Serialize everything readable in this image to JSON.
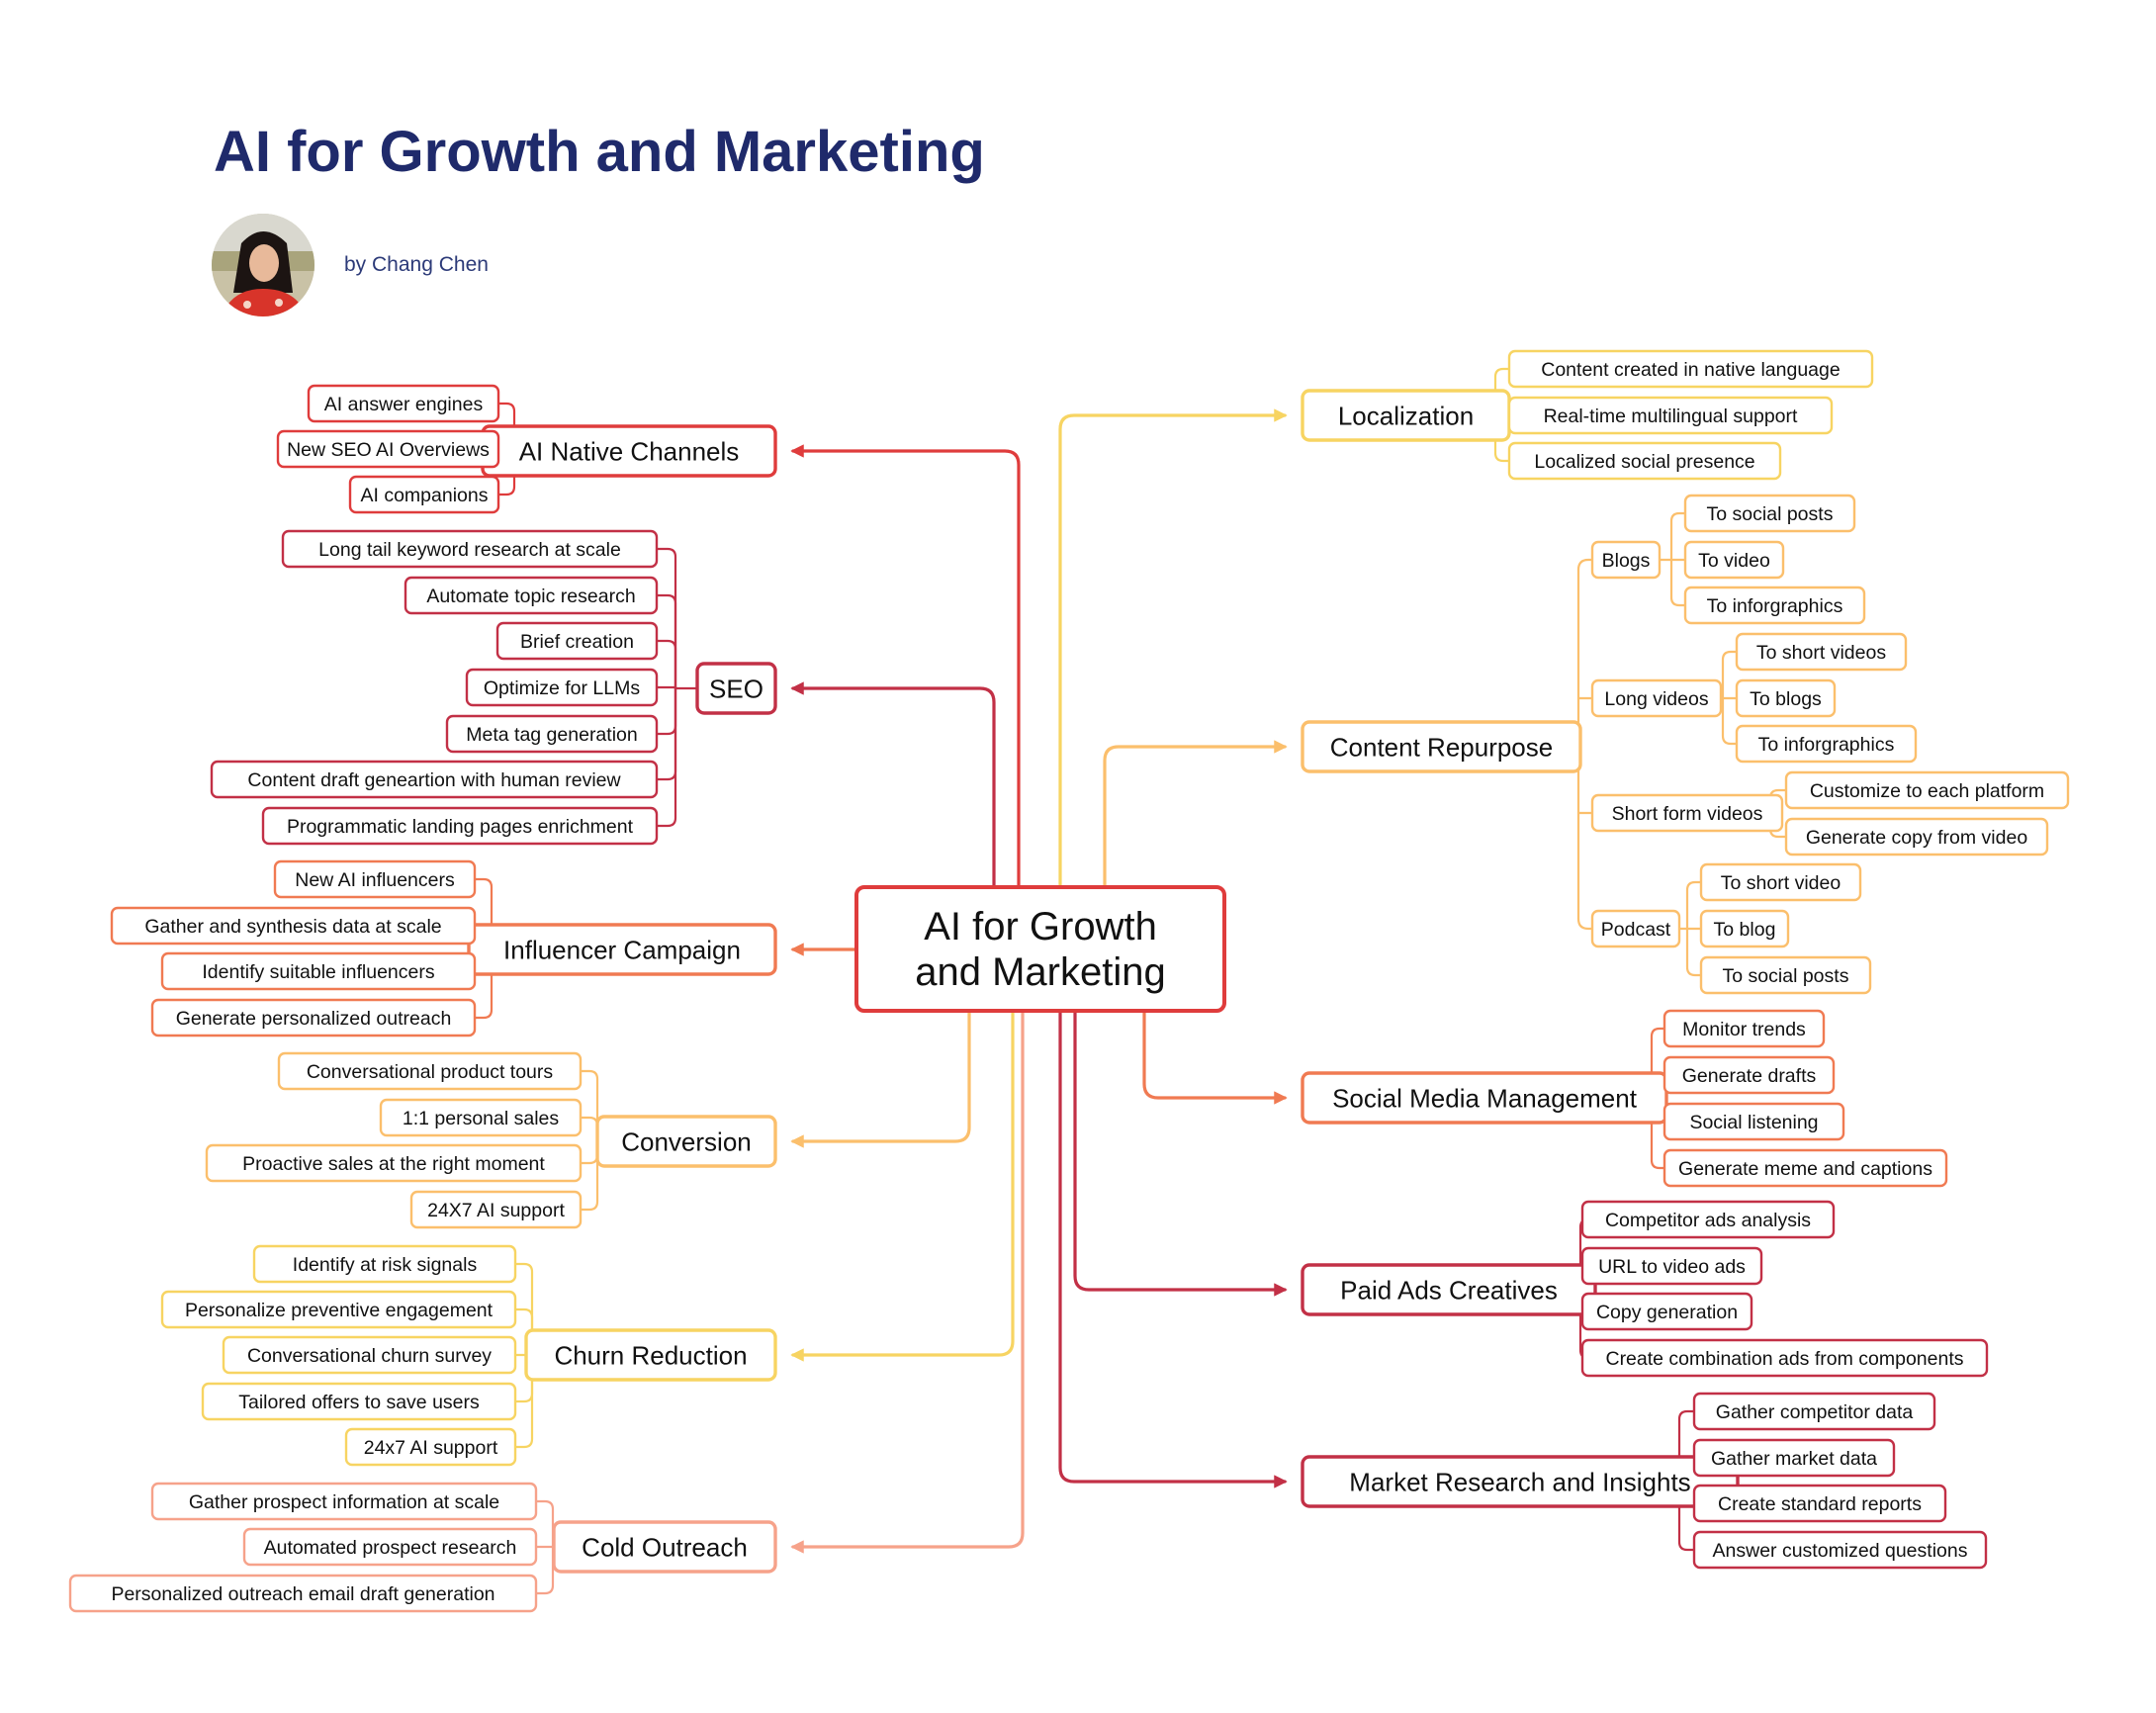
{
  "title": "AI for Growth and Marketing",
  "author": "by Chang Chen",
  "colors": {
    "crimson": "#c23046",
    "red": "#df3c3c",
    "orange": "#f07a52",
    "lightorange": "#f8a064",
    "amber": "#fbbf6c",
    "yellow": "#f7d462",
    "peach": "#f6a28a",
    "title": "#1f2a6b"
  },
  "center": {
    "line1": "AI for Growth",
    "line2": "and Marketing"
  },
  "branches": [
    {
      "id": "ai-native-channels",
      "side": "left",
      "color": "red",
      "label": "AI Native Channels",
      "children": [
        {
          "label": "AI answer engines"
        },
        {
          "label": "New SEO AI Overviews"
        },
        {
          "label": "AI companions"
        }
      ]
    },
    {
      "id": "seo",
      "side": "left",
      "color": "crimson",
      "label": "SEO",
      "children": [
        {
          "label": "Long tail keyword research at scale"
        },
        {
          "label": "Automate topic research"
        },
        {
          "label": "Brief creation"
        },
        {
          "label": "Optimize for LLMs"
        },
        {
          "label": "Meta tag generation"
        },
        {
          "label": "Content draft geneartion with human review"
        },
        {
          "label": "Programmatic landing pages enrichment"
        }
      ]
    },
    {
      "id": "influencer-campaign",
      "side": "left",
      "color": "orange",
      "label": "Influencer Campaign",
      "children": [
        {
          "label": "New AI influencers"
        },
        {
          "label": "Gather and synthesis data at scale"
        },
        {
          "label": "Identify suitable influencers"
        },
        {
          "label": "Generate personalized outreach"
        }
      ]
    },
    {
      "id": "conversion",
      "side": "left",
      "color": "amber",
      "label": "Conversion",
      "children": [
        {
          "label": "Conversational product tours"
        },
        {
          "label": "1:1 personal sales"
        },
        {
          "label": "Proactive sales at the right moment"
        },
        {
          "label": "24X7 AI support"
        }
      ]
    },
    {
      "id": "churn-reduction",
      "side": "left",
      "color": "yellow",
      "label": "Churn Reduction",
      "children": [
        {
          "label": "Identify at risk signals"
        },
        {
          "label": "Personalize preventive engagement"
        },
        {
          "label": "Conversational churn survey"
        },
        {
          "label": "Tailored offers to save users"
        },
        {
          "label": "24x7 AI support"
        }
      ]
    },
    {
      "id": "cold-outreach",
      "side": "left",
      "color": "peach",
      "label": "Cold Outreach",
      "children": [
        {
          "label": "Gather prospect information at scale"
        },
        {
          "label": "Automated prospect research"
        },
        {
          "label": "Personalized outreach email draft generation"
        }
      ]
    },
    {
      "id": "localization",
      "side": "right",
      "color": "yellow",
      "label": "Localization",
      "children": [
        {
          "label": "Content created in native language"
        },
        {
          "label": "Real-time multilingual support"
        },
        {
          "label": "Localized social presence"
        }
      ]
    },
    {
      "id": "content-repurpose",
      "side": "right",
      "color": "amber",
      "label": "Content Repurpose",
      "children": [
        {
          "label": "Blogs",
          "children": [
            {
              "label": "To social posts"
            },
            {
              "label": "To video"
            },
            {
              "label": "To inforgraphics"
            }
          ]
        },
        {
          "label": "Long videos",
          "children": [
            {
              "label": "To short videos"
            },
            {
              "label": "To blogs"
            },
            {
              "label": "To inforgraphics"
            }
          ]
        },
        {
          "label": "Short form videos",
          "children": [
            {
              "label": "Customize to each platform"
            },
            {
              "label": "Generate copy from video"
            }
          ]
        },
        {
          "label": "Podcast",
          "children": [
            {
              "label": "To short video"
            },
            {
              "label": "To blog"
            },
            {
              "label": "To social posts"
            }
          ]
        }
      ]
    },
    {
      "id": "social-media-management",
      "side": "right",
      "color": "orange",
      "label": "Social Media Management",
      "children": [
        {
          "label": "Monitor trends"
        },
        {
          "label": "Generate drafts"
        },
        {
          "label": "Social listening"
        },
        {
          "label": "Generate meme and captions"
        }
      ]
    },
    {
      "id": "paid-ads-creatives",
      "side": "right",
      "color": "crimson",
      "label": "Paid Ads Creatives",
      "children": [
        {
          "label": "Competitor ads analysis"
        },
        {
          "label": "URL to video ads"
        },
        {
          "label": "Copy generation"
        },
        {
          "label": "Create combination ads from components"
        }
      ]
    },
    {
      "id": "market-research-and-insights",
      "side": "right",
      "color": "crimson",
      "label": "Market Research and Insights",
      "children": [
        {
          "label": "Gather competitor data"
        },
        {
          "label": "Gather market data"
        },
        {
          "label": "Create standard reports"
        },
        {
          "label": "Answer customized questions"
        }
      ]
    }
  ]
}
